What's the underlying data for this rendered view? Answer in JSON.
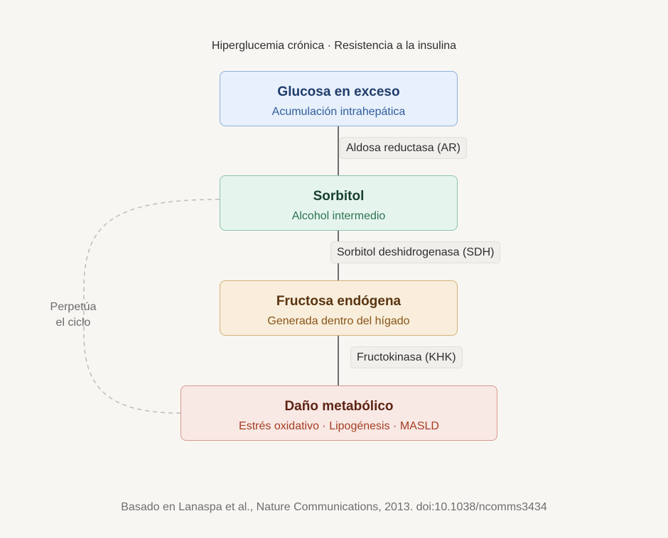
{
  "context": "Hiperglucemia crónica · Resistencia a la insulina",
  "nodes": [
    {
      "title": "Glucosa en exceso",
      "subtitle": "Acumulación intrahepática"
    },
    {
      "title": "Sorbitol",
      "subtitle": "Alcohol intermedio"
    },
    {
      "title": "Fructosa endógena",
      "subtitle": "Generada dentro del hígado"
    },
    {
      "title": "Daño metabólico",
      "subtitle": "Estrés oxidativo · Lipogénesis · MASLD"
    }
  ],
  "enzymes": [
    "Aldosa reductasa (AR)",
    "Sorbitol deshidrogenasa (SDH)",
    "Fructokinasa (KHK)"
  ],
  "loop_label": {
    "line1": "Perpetúa",
    "line2": "el ciclo"
  },
  "source": "Basado en Lanaspa et al., Nature Communications, 2013. doi:10.1038/ncomms3434",
  "colors": {
    "background": "#f8f6f2",
    "glucose": "#e8f0fb",
    "sorbitol": "#e6f4ee",
    "fructose": "#f8eedb",
    "damage": "#f8e9e5",
    "connector": "#6e6e6e",
    "loop": "#bdbdbd"
  }
}
